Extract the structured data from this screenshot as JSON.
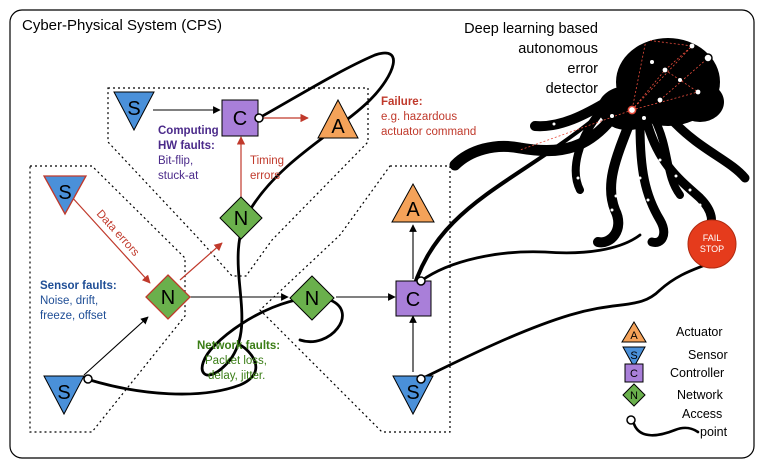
{
  "title": "Cyber-Physical System (CPS)",
  "detector": {
    "lines": [
      "Deep learning based",
      "autonomous",
      "error",
      "detector"
    ]
  },
  "nodes": {
    "sensor": "S",
    "controller": "C",
    "actuator": "A",
    "network": "N"
  },
  "failure": {
    "title": "Failure:",
    "lines": [
      "e.g. hazardous",
      "actuator command"
    ]
  },
  "computing_faults": {
    "title_lines": [
      "Computing",
      "HW faults:"
    ],
    "lines": [
      "Bit-flip,",
      "stuck-at"
    ]
  },
  "timing_errors": [
    "Timing",
    "errors"
  ],
  "data_errors": "Data errors",
  "sensor_faults": {
    "title": "Sensor faults:",
    "lines": [
      "Noise, drift,",
      "freeze, offset"
    ]
  },
  "network_faults": {
    "title": "Network faults:",
    "lines": [
      "Packet loss,",
      "delay, jitter."
    ]
  },
  "fail_stop": [
    "FAIL",
    "STOP"
  ],
  "legend": {
    "actuator": "Actuator",
    "sensor": "Sensor",
    "controller": "Controller",
    "network": "Network",
    "access_point": [
      "Access",
      "point"
    ]
  },
  "colors": {
    "sensor": "#4a90d9",
    "controller": "#a97fd9",
    "actuator": "#f4a259",
    "network": "#6ab04c",
    "error": "#c0392b",
    "fail_stop": "#e53b1c"
  }
}
